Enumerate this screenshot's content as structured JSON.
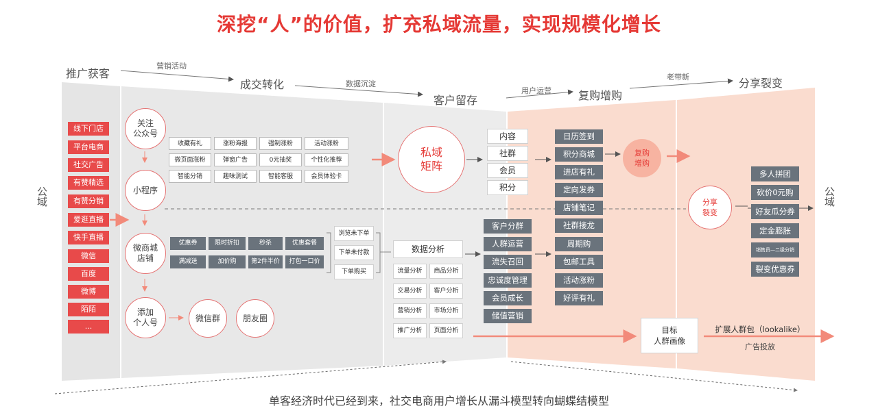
{
  "title": "深挖“人”的价值，扩充私域流量，实现规模化增长",
  "stages": {
    "acquire": "推广获客",
    "convert": "成交转化",
    "retain": "客户留存",
    "repurchase": "复购增购",
    "share": "分享裂变"
  },
  "arrow_labels": {
    "marketing": "营销活动",
    "data": "数据沉淀",
    "user_ops": "用户运营",
    "referral": "老带新"
  },
  "public_domain": "公域",
  "channels": [
    "线下门店",
    "平台电商",
    "社交广告",
    "有赞精选",
    "有赞分销",
    "爱逛直播",
    "快手直播",
    "微信",
    "百度",
    "微博",
    "陌陌",
    "..."
  ],
  "touchpoints": {
    "official_account": "关注\n公众号",
    "mini_program": "小程序",
    "shop": "微商城\n店铺",
    "personal": "添加\n个人号",
    "wechat_group": "微信群",
    "moments": "朋友圈"
  },
  "upper_tags": [
    "收藏有礼",
    "涨粉海报",
    "强制涨粉",
    "活动涨粉",
    "微页面涨粉",
    "弹窗广告",
    "0元抽奖",
    "个性化推荐",
    "智能分销",
    "趣味测试",
    "智能客服",
    "会员体验卡"
  ],
  "lower_tags": [
    "优惠券",
    "限时折扣",
    "秒杀",
    "优惠套餐",
    "满减送",
    "加价购",
    "第2件半价",
    "打包一口价"
  ],
  "order_states": [
    "浏览未下单",
    "下单未付款",
    "下单购买"
  ],
  "data_analysis": {
    "title": "数据分析",
    "items": [
      "流量分析",
      "商品分析",
      "交易分析",
      "客户分析",
      "营销分析",
      "市场分析",
      "推广分析",
      "页面分析"
    ]
  },
  "private_matrix": "私域\n矩阵",
  "matrix_items": [
    "内容",
    "社群",
    "会员",
    "积分"
  ],
  "customer_ops": [
    "客户分群",
    "人群运营",
    "流失召回",
    "忠诚度管理",
    "会员成长",
    "储值营销"
  ],
  "repurchase_tools": [
    "日历签到",
    "积分商城",
    "进店有礼",
    "定向发券",
    "店铺笔记",
    "社群接龙",
    "周期购",
    "包邮工具",
    "活动涨粉",
    "好评有礼"
  ],
  "repurchase_circle": "复购\n增购",
  "share_circle": "分享\n裂变",
  "share_tools": [
    "多人拼团",
    "砍价0元购",
    "好友瓜分券",
    "定金膨胀",
    "销售员—二级分销",
    "裂变优惠券"
  ],
  "target_persona": "目标\n人群画像",
  "lookalike": "扩展人群包（lookalike）",
  "ad_delivery": "广告投放",
  "footer": "单客经济时代已经到来，社交电商用户增长从漏斗模型转向蝴蝶结模型",
  "colors": {
    "accent_red": "#e53935",
    "gray_panel": "#e8e8e8",
    "peach_panel": "#fadccf",
    "tag_gray": "#6a737c"
  }
}
